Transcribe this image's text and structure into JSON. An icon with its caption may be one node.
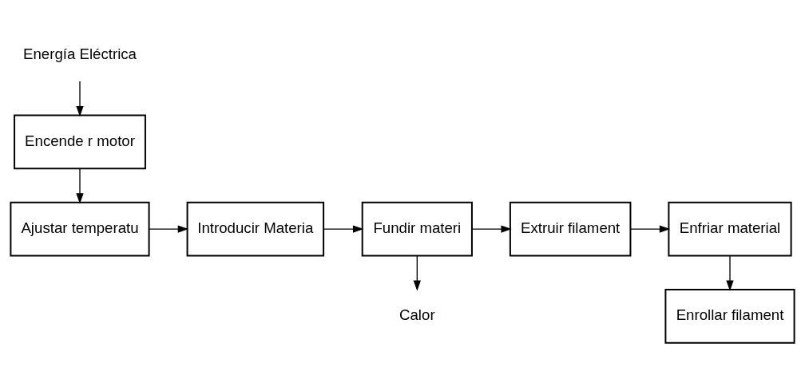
{
  "diagram": {
    "nodes": [
      {
        "text": [
          "Energía Eléctrica"
        ]
      },
      {
        "text": [
          "Encende r motor"
        ]
      },
      {
        "text": [
          "Ajustar temperatu"
        ]
      },
      {
        "text": [
          "Introducir Materia"
        ]
      },
      {
        "text": [
          "Fundir materi"
        ]
      },
      {
        "text": [
          "Extruir filament"
        ]
      },
      {
        "text": [
          "Enfriar material"
        ]
      },
      {
        "text": [
          "Enrollar filament"
        ]
      },
      {
        "text": [
          "Calor"
        ]
      }
    ],
    "edges": [
      {
        "from": 0,
        "to": 1,
        "arrow": "to"
      },
      {
        "from": 1,
        "to": 2,
        "arrow": "to"
      },
      {
        "from": 2,
        "to": 3,
        "arrow": "to"
      },
      {
        "from": 3,
        "to": 4,
        "arrow": "to"
      },
      {
        "from": 4,
        "to": 8,
        "arrow": "to"
      },
      {
        "from": 4,
        "to": 5,
        "arrow": "to"
      },
      {
        "from": 5,
        "to": 6,
        "arrow": "to"
      },
      {
        "from": 6,
        "to": 7,
        "arrow": "to"
      }
    ]
  }
}
